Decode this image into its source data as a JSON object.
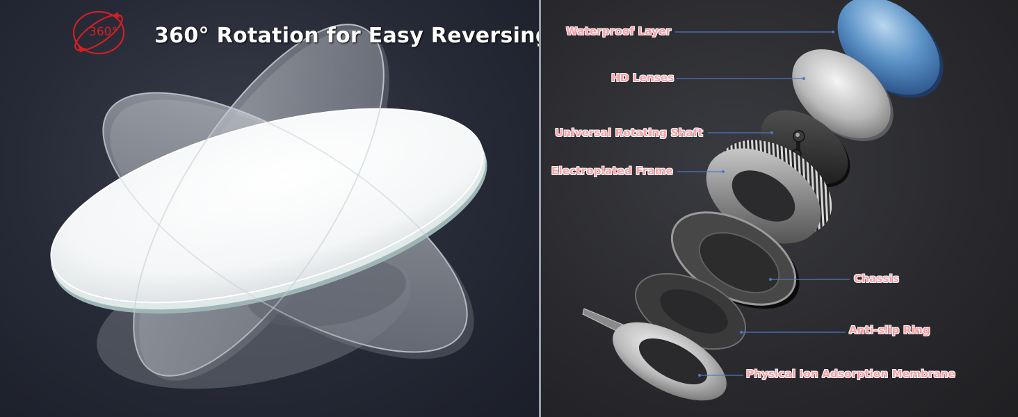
{
  "headline": {
    "text": "360° Rotation for Easy Reversing",
    "logo_text": "360°"
  },
  "callouts": [
    {
      "label": "Waterproof Layer"
    },
    {
      "label": "HD Lenses"
    },
    {
      "label": "Universal Rotating Shaft"
    },
    {
      "label": "Electroplated Frame"
    },
    {
      "label": "Chassis"
    },
    {
      "label": "Anti-slip Ring"
    },
    {
      "label": "Physical Ion Adsorption Membrane"
    }
  ],
  "colors": {
    "logo_red": "#d21f24",
    "label_pink": "#ff9fa6",
    "leader_line": "#4a79c9",
    "waterproof_blue": "#4a80b8"
  }
}
